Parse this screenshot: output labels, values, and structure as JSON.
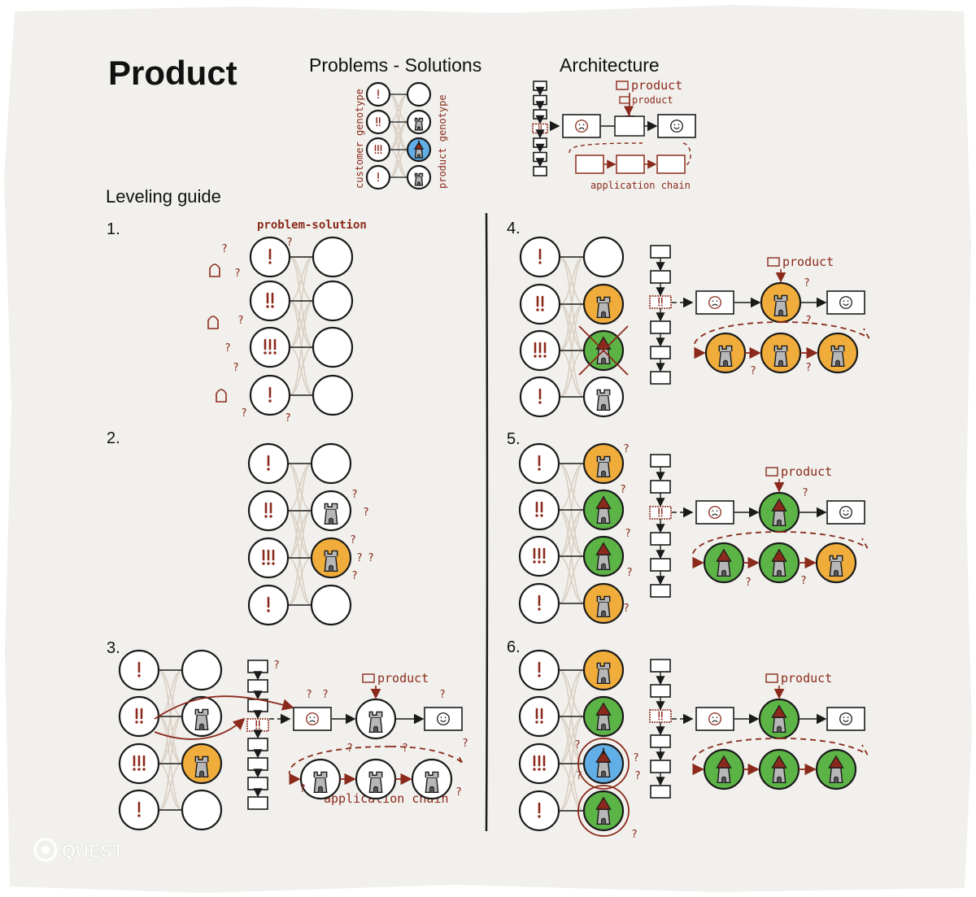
{
  "title": "Product",
  "headings": {
    "problems_solutions": "Problems - Solutions",
    "architecture": "Architecture",
    "leveling_guide": "Leveling guide"
  },
  "legend": {
    "customer_genotype": "customer genotype",
    "product_genotype": "product genotype",
    "product_label": "product",
    "application_chain": "application chain"
  },
  "steps": {
    "s1": "1.",
    "s2": "2.",
    "s3": "3.",
    "s4": "4.",
    "s5": "5.",
    "s6": "6."
  },
  "annotations": {
    "problem_solution": "problem-solution",
    "product": "product",
    "application_chain": "application chain"
  },
  "logo": {
    "text": "QUEST"
  },
  "colors": {
    "background": "#f1f0ec",
    "ink": "#1a1a1a",
    "accent": "#8b2a1c",
    "orange": "#f0ad3c",
    "green": "#5cb346",
    "blue": "#62aee6",
    "tower": "#b7b7b7",
    "cross": "#dacfc4"
  }
}
